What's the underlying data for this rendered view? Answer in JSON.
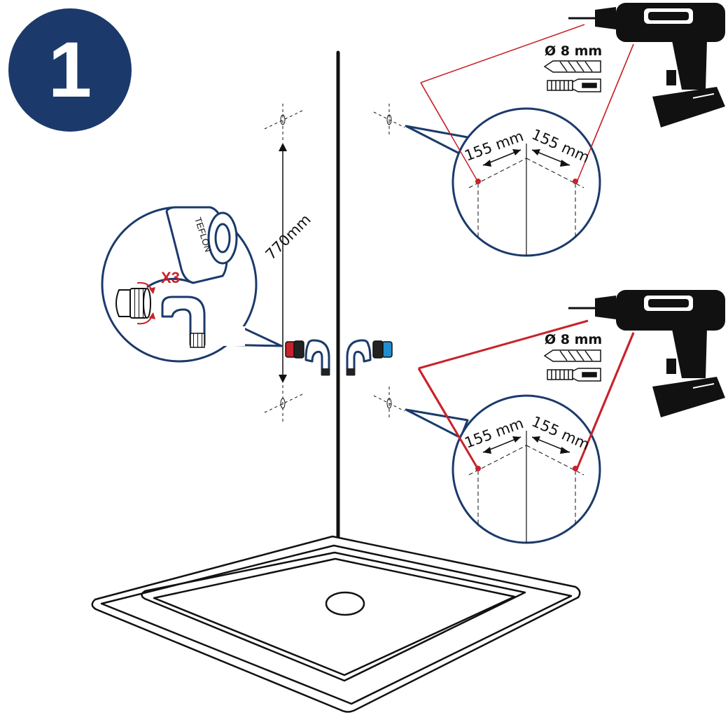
{
  "step": {
    "number": "1"
  },
  "dimensions": {
    "height": "770mm",
    "spacing_top_left": "155 mm",
    "spacing_top_right": "155 mm",
    "spacing_bottom_left": "155 mm",
    "spacing_bottom_right": "155 mm"
  },
  "drill": {
    "bit_diameter_top": "Ø 8 mm",
    "bit_diameter_bottom": "Ø 8 mm"
  },
  "detail": {
    "tape_label": "TEFLON",
    "wraps": "X3"
  },
  "colors": {
    "badge": "#1b3a6b",
    "detail_outline": "#1b3a6b",
    "guide_line": "#c8222a",
    "hot_water": "#c8222a",
    "cold_water": "#1f8fd0",
    "ink": "#111111"
  },
  "icons": {
    "drill": "power-drill-icon",
    "drill_bit": "drill-bit-icon",
    "wall_plug": "wall-plug-icon"
  }
}
